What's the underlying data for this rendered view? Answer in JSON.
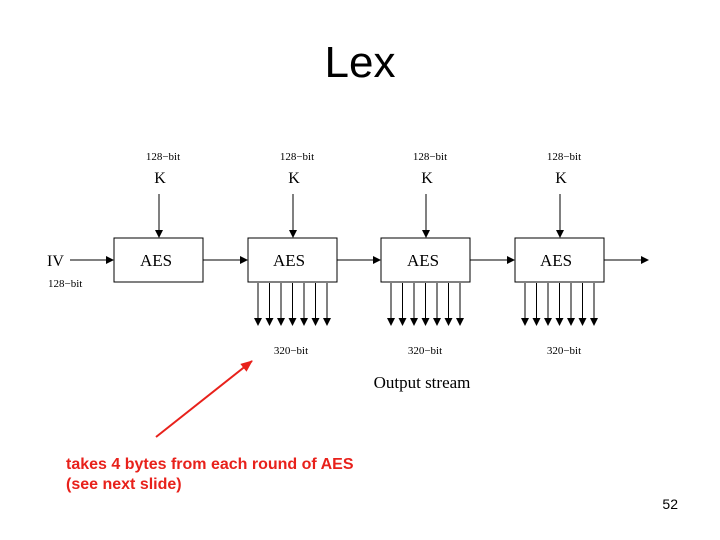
{
  "slide": {
    "title": "Lex",
    "page_number": "52"
  },
  "diagram": {
    "key_size_label": "128−bit",
    "key_label": "K",
    "block_label": "AES",
    "iv_label": "IV",
    "iv_size_label": "128−bit",
    "output_sizes": [
      "320−bit",
      "320−bit",
      "320−bit"
    ],
    "output_stream_label": "Output stream"
  },
  "annotation": {
    "line1": "takes 4 bytes from each round of AES",
    "line2": "(see next slide)",
    "color": "#e8211b"
  }
}
